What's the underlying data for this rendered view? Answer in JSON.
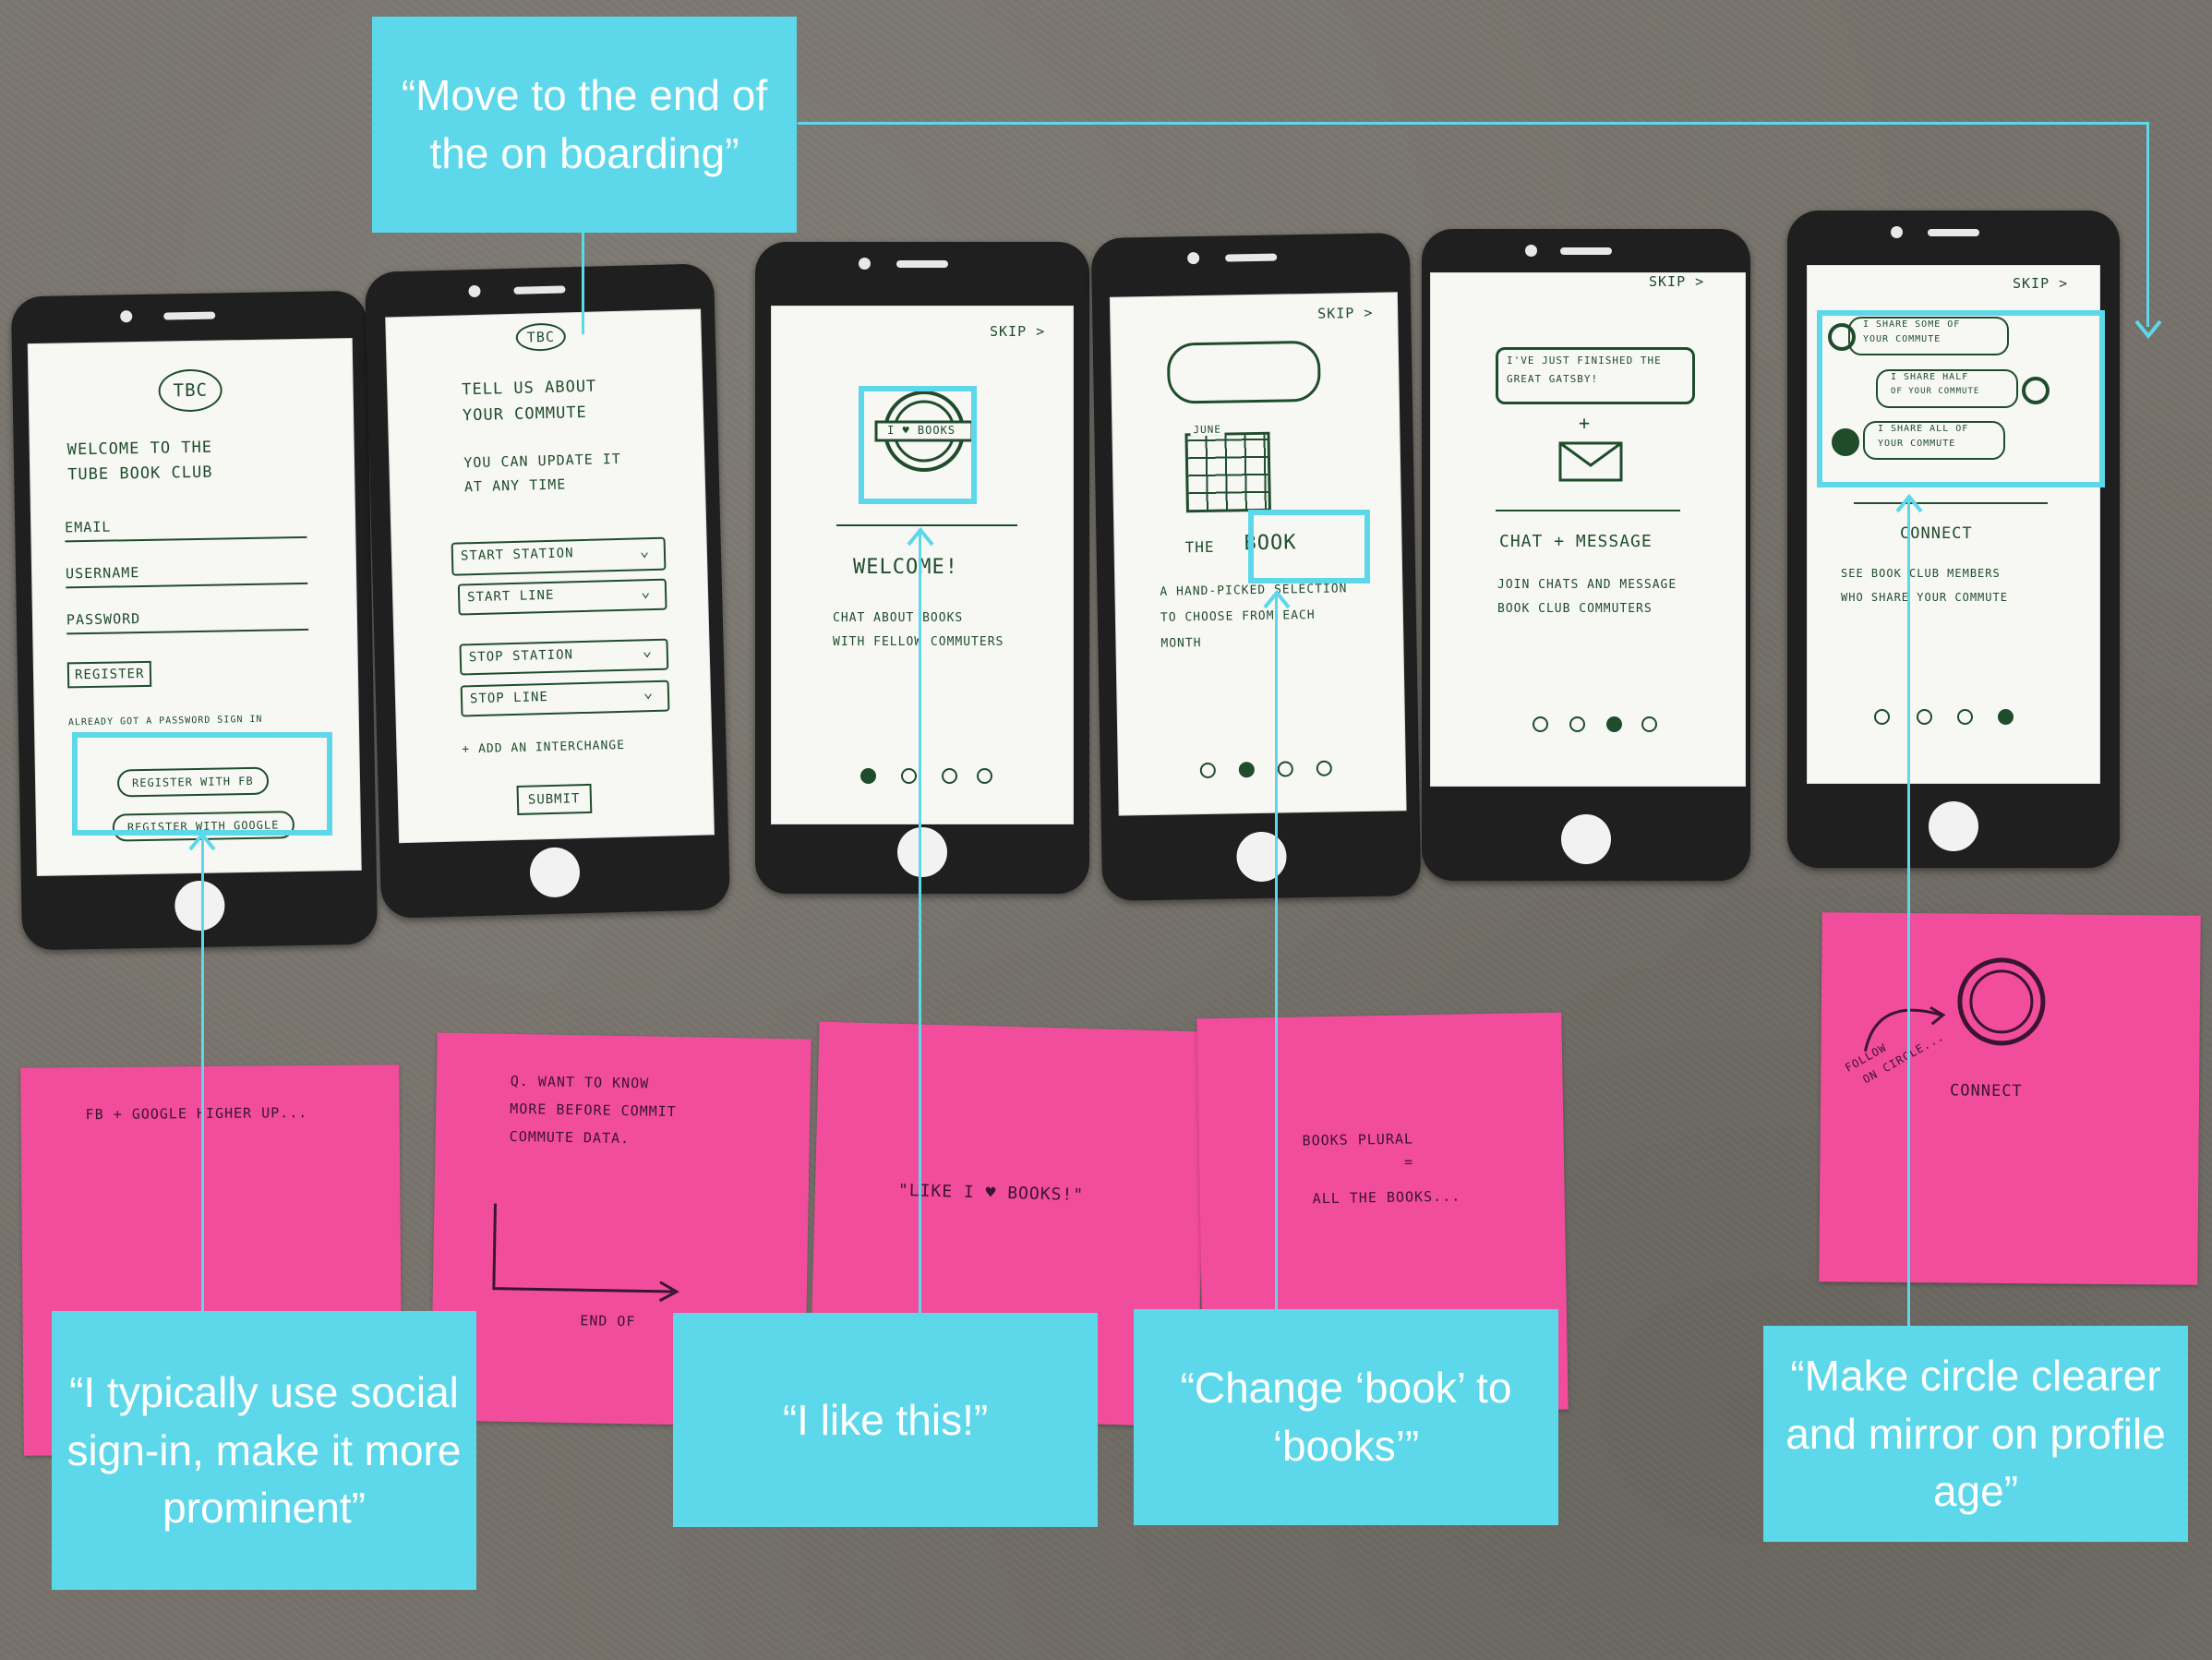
{
  "callouts": {
    "top": "“Move to the end of the on boarding”",
    "social": "“I typically use social sign-in, make it more prominent”",
    "like": "“I like this!”",
    "books": "“Change ‘book’ to ‘books’”",
    "circle": "“Make circle clearer and mirror on profile age”"
  },
  "phone1": {
    "logo": "TBC",
    "welcome": [
      "WELCOME TO THE",
      "TUBE BOOK CLUB"
    ],
    "email": "EMAIL",
    "username": "USERNAME",
    "password": "PASSWORD",
    "register": "REGISTER",
    "already": "ALREADY GOT A PASSWORD   SIGN IN",
    "fb": "REGISTER WITH FB",
    "google": "REGISTER WITH GOOGLE"
  },
  "phone2": {
    "logo": "TBC",
    "title": [
      "TELL US ABOUT",
      "YOUR COMMUTE"
    ],
    "sub": [
      "YOU CAN UPDATE IT",
      "AT ANY TIME"
    ],
    "start_station": "START STATION",
    "start_line": "START LINE",
    "stop_station": "STOP STATION",
    "stop_line": "STOP LINE",
    "interchange": "+ ADD AN INTERCHANGE",
    "submit": "SUBMIT"
  },
  "phone3": {
    "skip": "SKIP >",
    "badge": "I ♥ BOOKS",
    "heading": "WELCOME!",
    "body": [
      "CHAT ABOUT BOOKS",
      "WITH FELLOW COMMUTERS"
    ],
    "active_dot": 0
  },
  "phone4": {
    "skip": "SKIP >",
    "calendar": "JUNE",
    "heading_pre": "THE",
    "heading_word": "BOOK",
    "body": [
      "A HAND-PICKED SELECTION",
      "TO CHOOSE FROM EACH",
      "MONTH"
    ],
    "active_dot": 1
  },
  "phone5": {
    "skip": "SKIP >",
    "bubble": [
      "I'VE JUST FINISHED THE",
      "GREAT GATSBY!"
    ],
    "plus": "+",
    "heading": "CHAT + MESSAGE",
    "body": [
      "JOIN CHATS AND MESSAGE",
      "BOOK CLUB COMMUTERS"
    ],
    "active_dot": 2
  },
  "phone6": {
    "skip": "SKIP >",
    "opt1": [
      "I SHARE SOME OF",
      "YOUR COMMUTE"
    ],
    "opt2": [
      "I SHARE HALF",
      "OF YOUR COMMUTE"
    ],
    "opt3": [
      "I SHARE ALL OF",
      "YOUR COMMUTE"
    ],
    "heading": "CONNECT",
    "body": [
      "SEE BOOK CLUB MEMBERS",
      "WHO SHARE YOUR COMMUTE"
    ],
    "active_dot": 3
  },
  "stickies": {
    "s1": "FB + GOOGLE HIGHER UP...",
    "s2": [
      "Q. WANT TO KNOW",
      "MORE BEFORE COMMIT",
      "COMMUTE DATA."
    ],
    "s2_end": "END OF",
    "s3": "\"LIKE I ♥ BOOKS!\"",
    "s4": [
      "BOOKS PLURAL",
      "=",
      "ALL THE BOOKS..."
    ],
    "s5_follow": [
      "FOLLOW",
      "ON CIRCLE..."
    ],
    "s5_connect": "CONNECT"
  },
  "colors": {
    "callout": "#5cd8ea",
    "sticky": "#f24c9c",
    "ink": "#1f4d2c",
    "phone": "#1f1f1f"
  }
}
